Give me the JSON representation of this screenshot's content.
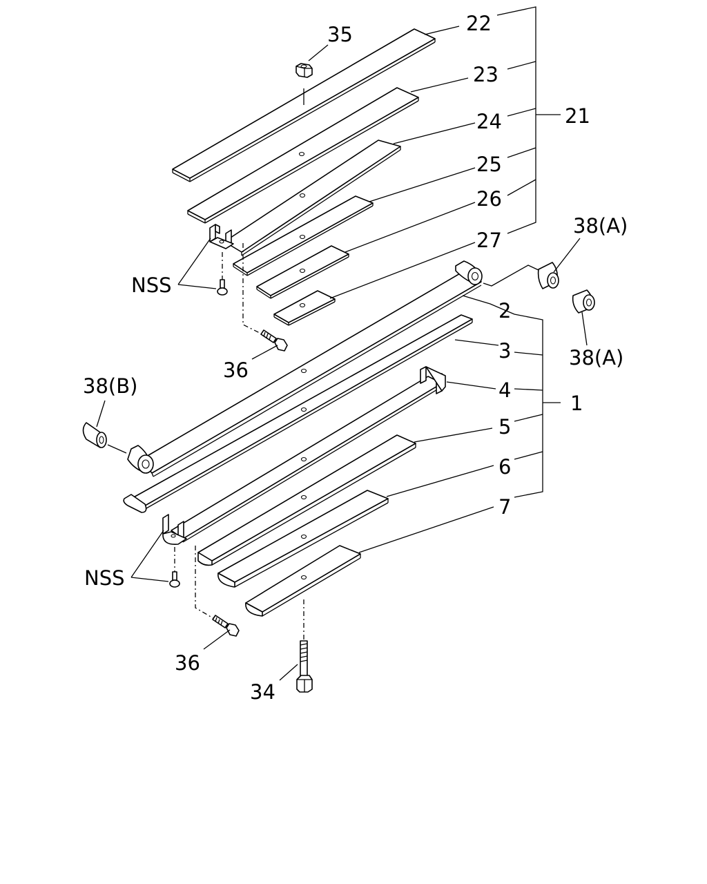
{
  "callouts": {
    "p35": "35",
    "p22": "22",
    "p23": "23",
    "p24": "24",
    "p21": "21",
    "p25": "25",
    "p26": "26",
    "p27": "27",
    "p38a_top": "38(A)",
    "p38a_mid": "38(A)",
    "nss_top": "NSS",
    "p36_top": "36",
    "p2": "2",
    "p3": "3",
    "p4": "4",
    "p1": "1",
    "p5": "5",
    "p6": "6",
    "p7": "7",
    "p38b": "38(B)",
    "nss_bottom": "NSS",
    "p36_bottom": "36",
    "p34": "34"
  },
  "style": {
    "line_color": "#000000",
    "background": "#ffffff"
  }
}
